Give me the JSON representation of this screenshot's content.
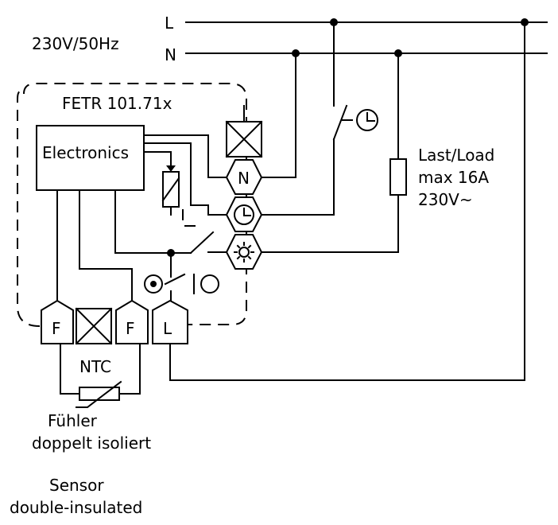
{
  "supply": {
    "voltage": "230V/50Hz",
    "line_label": "L",
    "neutral_label": "N"
  },
  "device": {
    "model": "FETR 101.71x",
    "electronics_label": "Electronics",
    "terminal_n": "N",
    "terminal_f1": "F",
    "terminal_f2": "F",
    "terminal_l": "L"
  },
  "load": {
    "line1": "Last/Load",
    "line2": "max 16A",
    "line3": "230V~"
  },
  "sensor": {
    "ntc_label": "NTC",
    "de_line1": "Fühler",
    "de_line2": "doppelt  isoliert",
    "en_line1": "Sensor",
    "en_line2": "double-insulated"
  }
}
